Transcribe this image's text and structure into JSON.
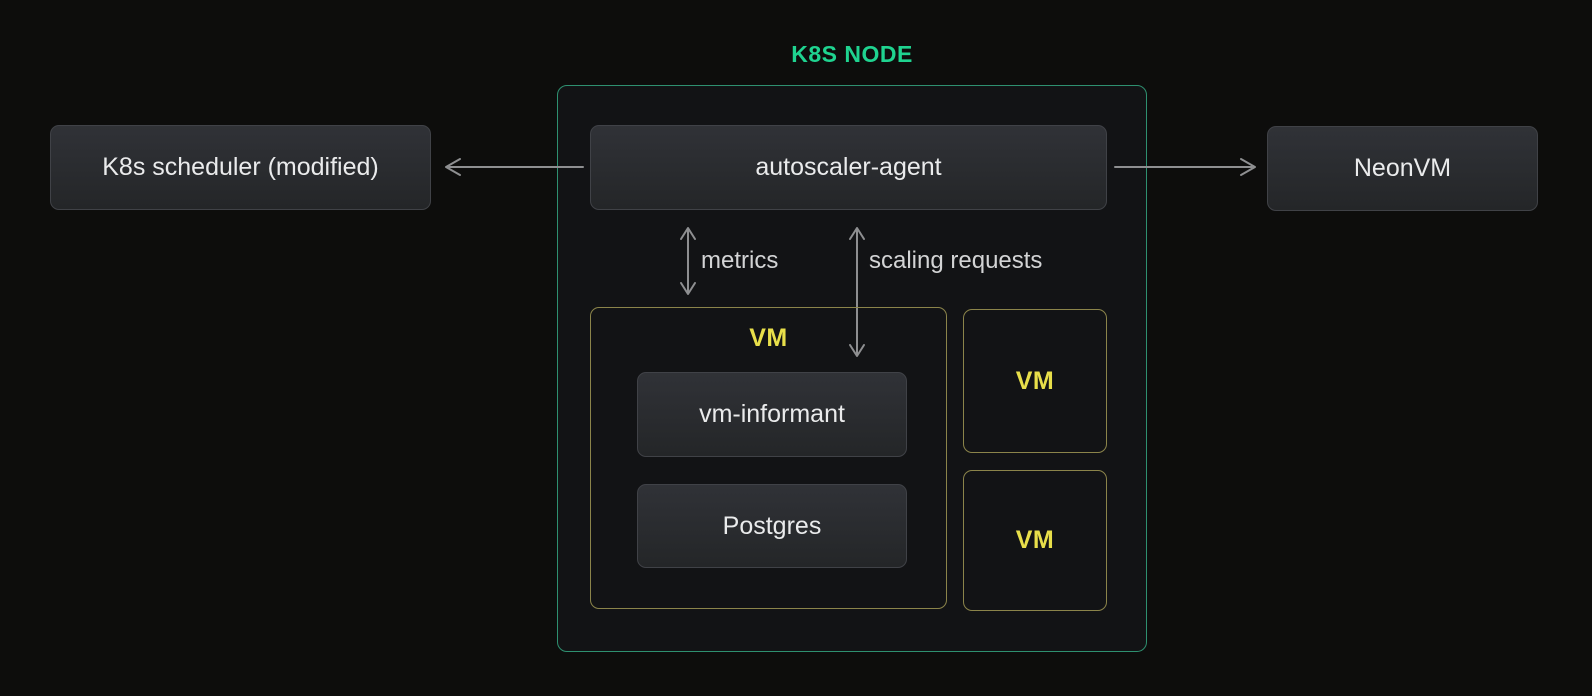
{
  "diagram": {
    "title": "K8S NODE",
    "external": {
      "scheduler_label": "K8s scheduler (modified)",
      "neonvm_label": "NeonVM"
    },
    "k8s_node": {
      "agent_label": "autoscaler-agent",
      "edges": {
        "metrics_label": "metrics",
        "scaling_label": "scaling requests"
      },
      "vm_main": {
        "label": "VM",
        "children": [
          {
            "label": "vm-informant"
          },
          {
            "label": "Postgres"
          }
        ]
      },
      "vm_small": [
        {
          "label": "VM"
        },
        {
          "label": "VM"
        }
      ]
    }
  },
  "colors": {
    "bg": "#0d0d0c",
    "container_fill": "#121315",
    "green_border": "#2e9070",
    "green_text": "#1fd390",
    "yellow_border": "#8b844a",
    "yellow_text": "#e8df4a",
    "box_top": "#303237",
    "box_bottom": "#242628",
    "box_border": "#404247",
    "box_text": "#eaebec",
    "arrow": "#8e8f91",
    "label_text": "#d3d4d5"
  }
}
